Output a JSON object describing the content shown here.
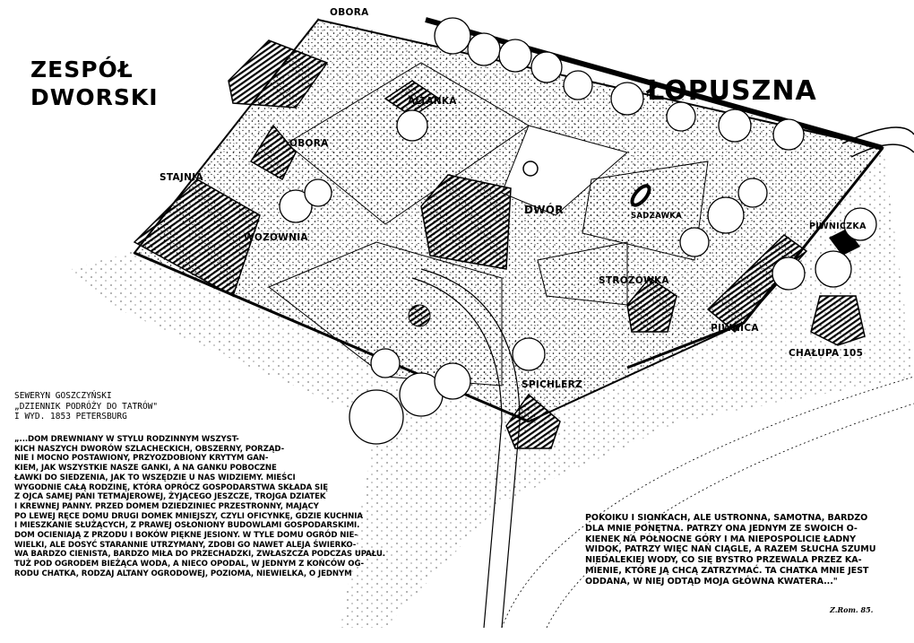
{
  "title": {
    "line1": "ZESPÓŁ",
    "line2": "DWORSKI"
  },
  "place_name": "ŁOPUSZNA",
  "labels": {
    "obora_top": "OBORA",
    "obora": "OBORA",
    "altanka": "ALTANKA",
    "stajnia": "STAJNIA",
    "wozownia": "WOZOWNIA",
    "dwor": "DWÓR",
    "sadzawka": "SADZAWKA",
    "piwniczka": "PIWNICZKA",
    "strozowka": "STRÓŻÓWKA",
    "piwnica": "PIWNICA",
    "chalupa": "CHAŁUPA 105",
    "spichlerz": "SPICHLERZ"
  },
  "source": {
    "author": "SEWERYN GOSZCZYŃSKI",
    "work": "„DZIENNIK PODRÓŻY DO TATRÓW\"",
    "edition": "I WYD. 1853 PETERSBURG"
  },
  "quote_left": [
    "„...DOM DREWNIANY W STYLU RODZINNYM WSZYST-",
    "KICH NASZYCH DWORÓW SZLACHECKICH, OBSZERNY, PORZĄD-",
    "NIE I MOCNO POSTAWIONY, PRZYOZDOBIONY KRYTYM GAN-",
    "KIEM, JAK WSZYSTKIE NASZE GANKI, A NA GANKU POBOCZNE",
    "ŁAWKI DO SIEDZENIA, JAK TO WSZĘDZIE U NAS WIDZIEMY. MIEŚCI",
    "WYGODNIE CAŁĄ RODZINĘ, KTÓRA OPRÓCZ GOSPODARSTWA SKŁADA SIĘ",
    "Z OJCA SAMEJ PANI TETMAJEROWEJ, ŻYJĄCEGO JESZCZE, TROJGA DZIATEK",
    "I KREWNEJ PANNY.      PRZED DOMEM DZIEDZINIEC PRZESTRONNY, MAJĄCY",
    "PO LEWEJ RĘCE DOMU DRUGI DOMEK MNIEJSZY, CZYLI OFICYNKĘ, GDZIE KUCHNIA",
    "I MIESZKANIE SŁUŻĄCYCH, Z PRAWEJ OSŁONIONY BUDOWLAMI GOSPODARSKIMI.",
    "DOM OCIENIAJĄ Z PRZODU I BOKÓW PIĘKNE JESIONY. W TYLE DOMU OGRÓD NIE-",
    "WIELKI, ALE DOSYĆ STARANNIE UTRZYMANY, ZDOBI GO NAWET ALEJA ŚWIERKO-",
    "WA BARDZO CIENISTA, BARDZO MIŁA DO PRZECHADZKI, ZWŁASZCZA PODCZAS UPAŁU.",
    "TUŻ POD OGRODEM BIEŻĄCA WODA, A NIECO OPODAL, W JEDNYM Z KOŃCÓW OG-",
    "RODU CHATKA, RODZAJ ALTANY OGRODOWEJ, POZIOMA, NIEWIELKA, O JEDNYM"
  ],
  "quote_right": [
    "POKOIKU I SIONKACH, ALE USTRONNA, SAMOTNA, BARDZO",
    "DLA MNIE PONĘTNA. PATRZY ONA JEDNYM ZE SWOICH O-",
    "KIENEK NA PÓŁNOCNE GÓRY I MA NIEPOSPOLICIE ŁADNY",
    "WIDOK, PATRZY WIĘC NAŃ CIĄGLE, A RAZEM SŁUCHA SZUMU",
    "NIEDALEKIEJ WODY, CO SIĘ BYSTRO PRZEWALA PRZEZ KA-",
    "MIENIE, KTÓRE JĄ CHCĄ ZATRZYMAĆ. TA CHATKA MNIE JEST",
    "ODDANA, W NIEJ ODTĄD MOJA GŁÓWNA KWATERA...\""
  ],
  "signature": "Z.Rom. 85."
}
